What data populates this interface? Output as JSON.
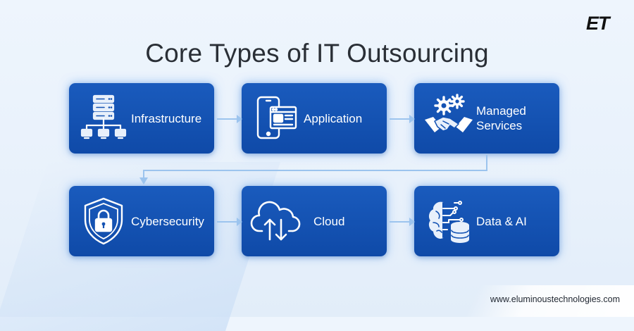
{
  "brand": {
    "logo_text": "ET"
  },
  "title": "Core Types of IT Outsourcing",
  "footer": {
    "url": "www.eluminoustechnologies.com"
  },
  "colors": {
    "card": "#1352b3",
    "arrow": "#9cc4ee",
    "background": "#eaf3fc",
    "title": "#2a2f36"
  },
  "flow": [
    {
      "label": "Infrastructure",
      "icon": "server-network-icon"
    },
    {
      "label": "Application",
      "icon": "mobile-app-icon"
    },
    {
      "label": "Managed Services",
      "icon": "handshake-gears-icon"
    },
    {
      "label": "Cybersecurity",
      "icon": "shield-lock-icon"
    },
    {
      "label": "Cloud",
      "icon": "cloud-sync-icon"
    },
    {
      "label": "Data & AI",
      "icon": "brain-database-icon"
    }
  ]
}
